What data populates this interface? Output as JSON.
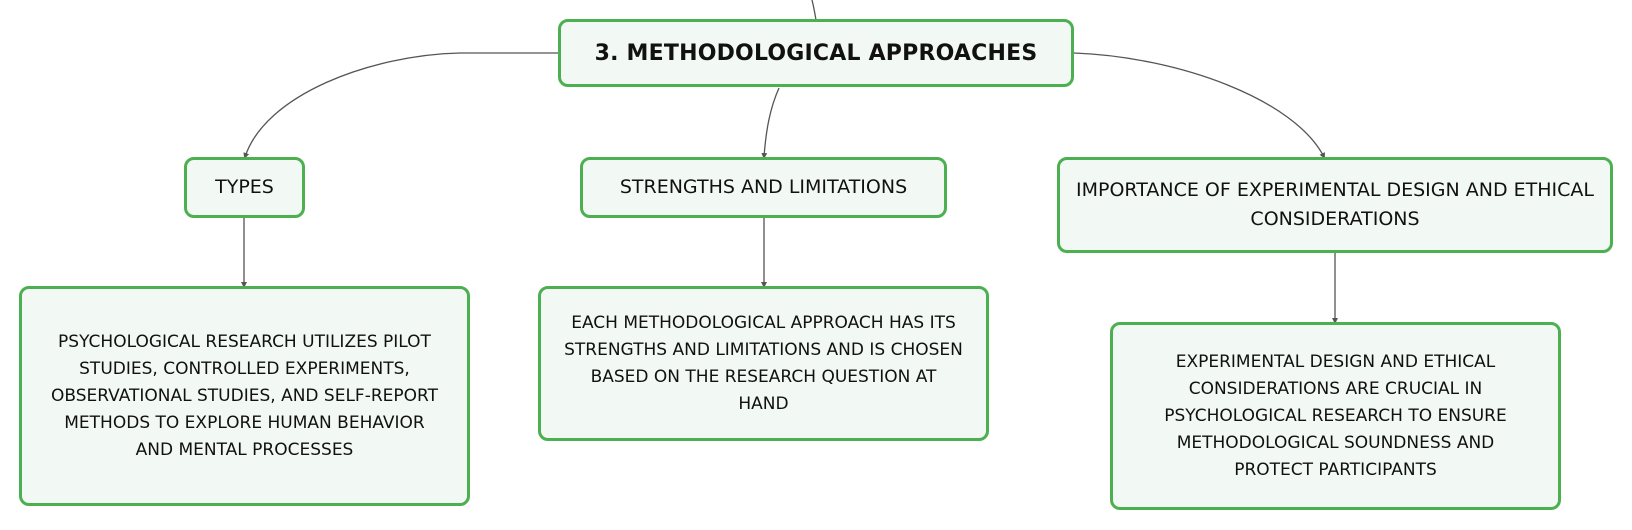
{
  "diagram": {
    "colors": {
      "node_border": "#4caf50",
      "node_fill": "#f2f8f3",
      "connector": "#555555",
      "text": "#111111"
    },
    "root": {
      "label": "3. METHODOLOGICAL APPROACHES"
    },
    "branches": [
      {
        "label": "TYPES",
        "detail": "PSYCHOLOGICAL RESEARCH UTILIZES PILOT STUDIES, CONTROLLED EXPERIMENTS, OBSERVATIONAL STUDIES, AND SELF-REPORT METHODS TO EXPLORE HUMAN BEHAVIOR AND MENTAL PROCESSES"
      },
      {
        "label": "STRENGTHS AND LIMITATIONS",
        "detail": "EACH METHODOLOGICAL APPROACH HAS ITS STRENGTHS AND LIMITATIONS AND IS CHOSEN BASED ON THE RESEARCH QUESTION AT HAND"
      },
      {
        "label": "IMPORTANCE OF EXPERIMENTAL DESIGN AND ETHICAL CONSIDERATIONS",
        "detail": "EXPERIMENTAL DESIGN AND ETHICAL CONSIDERATIONS ARE CRUCIAL IN PSYCHOLOGICAL RESEARCH TO ENSURE METHODOLOGICAL SOUNDNESS AND PROTECT PARTICIPANTS"
      }
    ]
  }
}
